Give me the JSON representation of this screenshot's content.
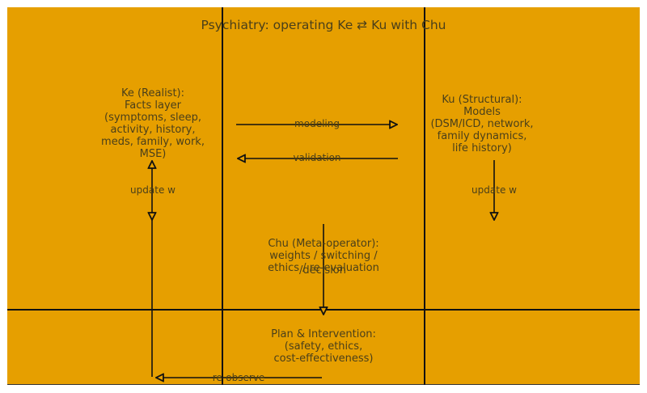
{
  "diagram": {
    "title": "Psychiatry: operating Ke ⇄ Ku with Chu",
    "background_color": "#e69f00",
    "line_color": "#111111",
    "text_color": "#4a3f1a",
    "nodes": {
      "ke": "Ke (Realist):\nFacts layer\n(symptoms, sleep,\nactivity, history,\nmeds, family, work,\nMSE)",
      "ku": "Ku (Structural):\nModels\n(DSM/ICD, network,\nfamily dynamics,\nlife history)",
      "chu": "Chu (Meta-operator):\nweights / switching /\nethics / re-evaluation",
      "chu_overlap": "/decision",
      "plan": "Plan & Intervention:\n(safety, ethics,\ncost-effectiveness)"
    },
    "edges": {
      "modeling": "modeling",
      "validation": "validation",
      "update_left": "update w",
      "update_right": "update w",
      "reobserve": "re-observe"
    }
  }
}
